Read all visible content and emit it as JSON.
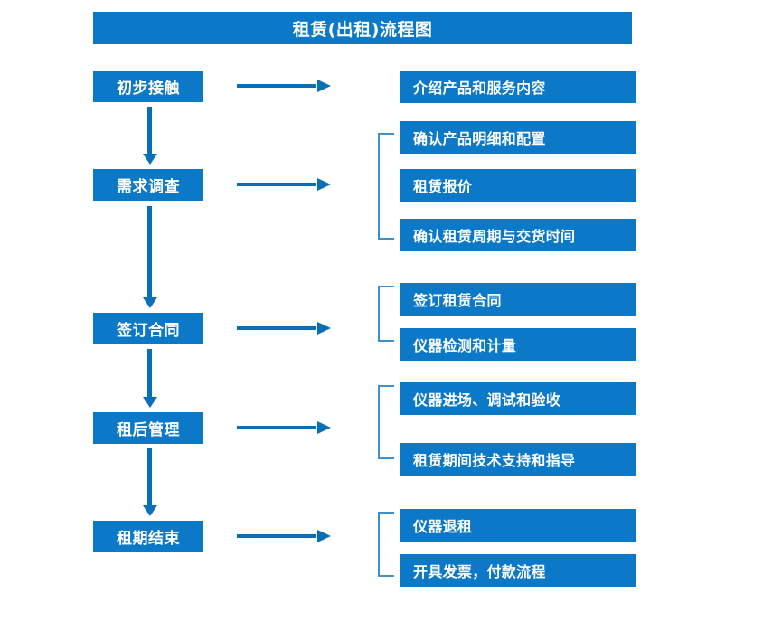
{
  "diagram": {
    "title": "租赁(出租)流程图",
    "theme": {
      "box_fill": "#0B78C8",
      "box_text": "#FFFFFF",
      "arrow_color": "#0B6FB8",
      "bracket_color": "#3F8FCB",
      "background": "#FFFFFF"
    },
    "stages": [
      {
        "id": "stage-1",
        "label": "初步接触"
      },
      {
        "id": "stage-2",
        "label": "需求调查"
      },
      {
        "id": "stage-3",
        "label": "签订合同"
      },
      {
        "id": "stage-4",
        "label": "租后管理"
      },
      {
        "id": "stage-5",
        "label": "租期结束"
      }
    ],
    "details": [
      {
        "id": "detail-1-1",
        "stage": "初步接触",
        "label": "介绍产品和服务内容"
      },
      {
        "id": "detail-2-1",
        "stage": "需求调查",
        "label": "确认产品明细和配置"
      },
      {
        "id": "detail-2-2",
        "stage": "需求调查",
        "label": "租赁报价"
      },
      {
        "id": "detail-2-3",
        "stage": "需求调查",
        "label": "确认租赁周期与交货时间"
      },
      {
        "id": "detail-3-1",
        "stage": "签订合同",
        "label": "签订租赁合同"
      },
      {
        "id": "detail-3-2",
        "stage": "签订合同",
        "label": "仪器检测和计量"
      },
      {
        "id": "detail-4-1",
        "stage": "租后管理",
        "label": "仪器进场、调试和验收"
      },
      {
        "id": "detail-4-2",
        "stage": "租后管理",
        "label": "租赁期间技术支持和指导"
      },
      {
        "id": "detail-5-1",
        "stage": "租期结束",
        "label": "仪器退租"
      },
      {
        "id": "detail-5-2",
        "stage": "租期结束",
        "label": "开具发票，付款流程"
      }
    ]
  }
}
